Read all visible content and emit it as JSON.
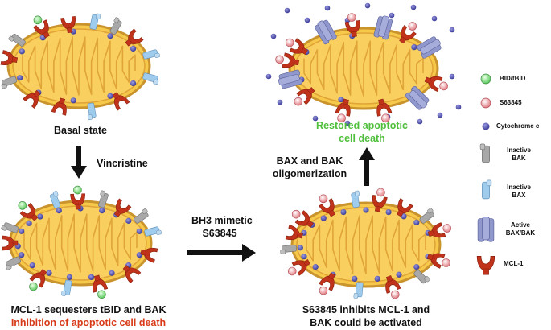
{
  "colors": {
    "mito_outer": "#c9932e",
    "mito_fill": "#f7c94a",
    "crista": "#e0a437",
    "mcl1": "#c0321a",
    "bid": "#58c85a",
    "s63845": "#d9606a",
    "cytochrome": "#4a4aa8",
    "inactive_bak": "#9a9a9a",
    "inactive_bax": "#8fc0e6",
    "active_baxbak": "#8f97cc",
    "highlight_red": "#d83a1a",
    "highlight_green": "#4fbf3c"
  },
  "panels": {
    "basal": {
      "caption": "Basal state"
    },
    "sequester": {
      "caption_line1": "MCL-1 sequesters tBID and BAK",
      "caption_line2": "Inhibition  of apoptotic cell death"
    },
    "inhibit": {
      "caption_line1": "S63845 inhibits  MCL-1 and",
      "caption_line2": "BAK could be activated"
    },
    "restored": {
      "caption_line1": "Restored apoptotic",
      "caption_line2": "cell death"
    }
  },
  "arrows": {
    "vincristine": "Vincristine",
    "bh3_line1": "BH3 mimetic",
    "bh3_line2": "S63845",
    "oligo_line1": "BAX and BAK",
    "oligo_line2": "oligomerization"
  },
  "legend": [
    {
      "key": "bid",
      "label": "BID/tBID",
      "icon": "green-circle-icon"
    },
    {
      "key": "s63845",
      "label": "S63845",
      "icon": "pink-circle-icon"
    },
    {
      "key": "cytochrome",
      "label": "Cytochrome c",
      "icon": "blue-dot-icon"
    },
    {
      "key": "inactive_bak",
      "label_line1": "Inactive",
      "label_line2": "BAK",
      "icon": "grey-channel-icon"
    },
    {
      "key": "inactive_bax",
      "label_line1": "Inactive",
      "label_line2": "BAX",
      "icon": "lightblue-channel-icon"
    },
    {
      "key": "active_baxbak",
      "label_line1": "Active",
      "label_line2": "BAX/BAK",
      "icon": "pore-icon"
    },
    {
      "key": "mcl1",
      "label": "MCL-1",
      "icon": "mcl1-icon"
    }
  ]
}
